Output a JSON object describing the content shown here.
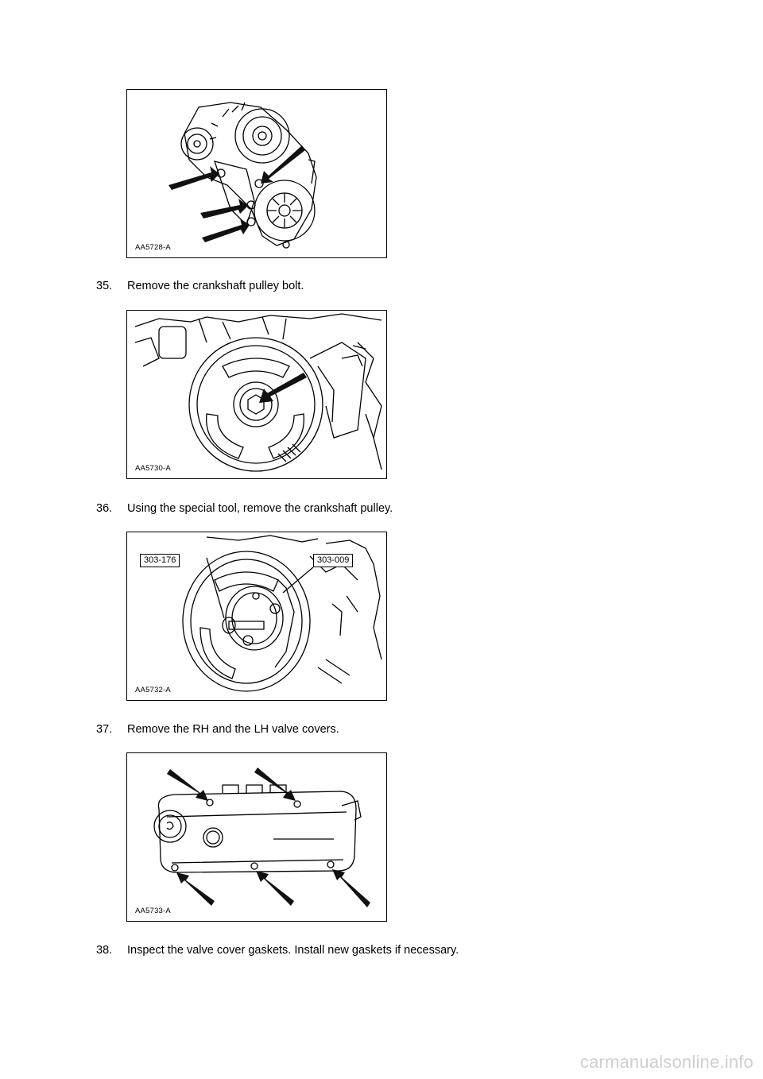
{
  "figures": [
    {
      "code": "AA5728-A"
    },
    {
      "code": "AA5730-A"
    },
    {
      "code": "AA5732-A",
      "callouts": [
        "303-176",
        "303-009"
      ]
    },
    {
      "code": "AA5733-A"
    }
  ],
  "steps": [
    {
      "number": "35.",
      "text": "Remove the crankshaft pulley bolt."
    },
    {
      "number": "36.",
      "text": "Using the special tool, remove the crankshaft pulley."
    },
    {
      "number": "37.",
      "text": "Remove the RH and the LH valve covers."
    },
    {
      "number": "38.",
      "text": "Inspect the valve cover gaskets. Install new gaskets if necessary."
    }
  ],
  "footer": {
    "watermark": "carmanualsonline.info"
  }
}
